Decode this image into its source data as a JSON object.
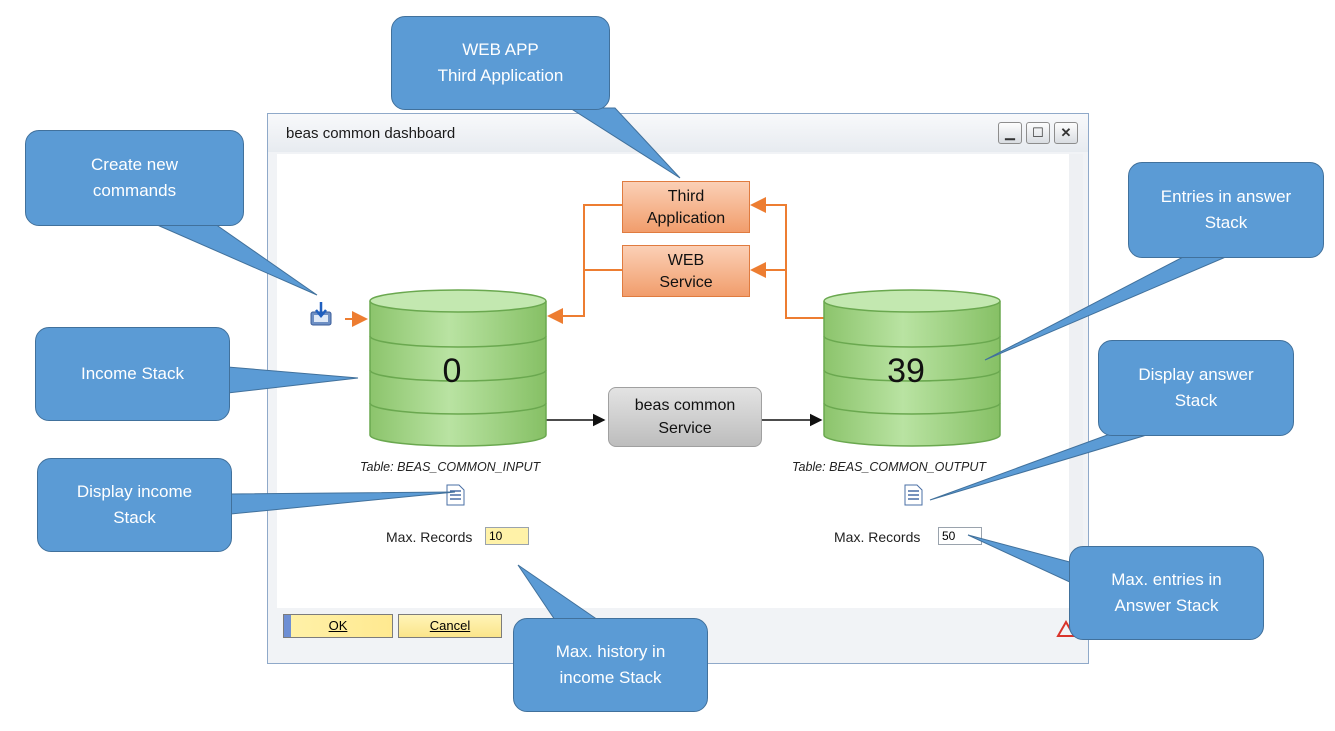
{
  "window": {
    "title": "beas common dashboard",
    "minimize_glyph": "▁",
    "maximize_glyph": "☐",
    "close_glyph": "✕"
  },
  "diagram": {
    "income_stack_count": "0",
    "answer_stack_count": "39",
    "input_table_label": "Table: BEAS_COMMON_INPUT",
    "output_table_label": "Table: BEAS_COMMON_OUTPUT",
    "third_application_label": "Third\nApplication",
    "web_service_label": "WEB\nService",
    "common_service_label": "beas common\nService"
  },
  "income": {
    "max_records_label": "Max. Records",
    "max_records_value": "10"
  },
  "answer": {
    "max_records_label": "Max. Records",
    "max_records_value": "50"
  },
  "buttons": {
    "ok_label": "OK",
    "cancel_label": "Cancel"
  },
  "callouts": {
    "web_app": "WEB APP\nThird Application",
    "create_commands": "Create new\ncommands",
    "income_stack": "Income Stack",
    "display_income": "Display income\nStack",
    "max_history": "Max. history in\nincome Stack",
    "entries_answer": "Entries in answer\nStack",
    "display_answer": "Display answer\nStack",
    "max_entries_answer": "Max. entries in\nAnswer Stack"
  },
  "colors": {
    "callout_fill": "#5b9bd5",
    "cylinder_fill": "#9bd27f",
    "orange_box": "#f19d6c",
    "arrow_orange": "#ed7d31",
    "input_highlight": "#fff2a8"
  },
  "icons": {
    "create": "download-arrow-icon",
    "display_income": "document-icon",
    "display_answer": "document-icon",
    "warning": "warning-triangle-icon"
  }
}
